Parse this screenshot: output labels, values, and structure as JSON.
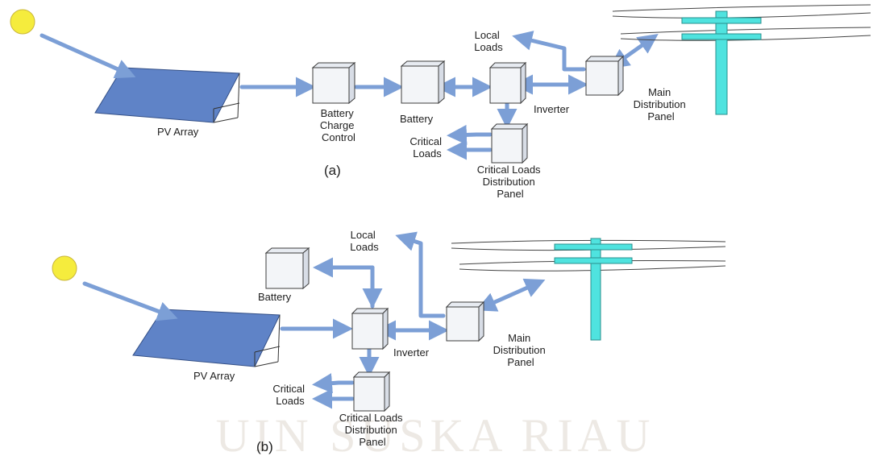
{
  "colors": {
    "arrow": "#7c9fd6",
    "panel": "#5f83c7",
    "pole": "#4fe3df",
    "sun": "#f5ec3d",
    "box_face": "#f3f5f8",
    "box_side": "#d8dde6",
    "box_stroke": "#3d3d3d",
    "watermark": "#ede9e4"
  },
  "watermark": {
    "text": "UIN SUSKA RIAU"
  },
  "diagram_a": {
    "caption": "(a)",
    "pv_array": "PV Array",
    "battery_charge_control": [
      "Battery",
      "Charge",
      "Control"
    ],
    "battery": "Battery",
    "inverter": "Inverter",
    "main_distribution_panel": [
      "Main",
      "Distribution",
      "Panel"
    ],
    "local_loads": [
      "Local",
      "Loads"
    ],
    "critical_loads": [
      "Critical",
      "Loads"
    ],
    "critical_loads_panel": [
      "Critical Loads",
      "Distribution",
      "Panel"
    ]
  },
  "diagram_b": {
    "caption": "(b)",
    "pv_array": "PV Array",
    "battery": "Battery",
    "inverter": "Inverter",
    "main_distribution_panel": [
      "Main",
      "Distribution",
      "Panel"
    ],
    "local_loads": [
      "Local",
      "Loads"
    ],
    "critical_loads": [
      "Critical",
      "Loads"
    ],
    "critical_loads_panel": [
      "Critical Loads",
      "Distribution",
      "Panel"
    ]
  }
}
